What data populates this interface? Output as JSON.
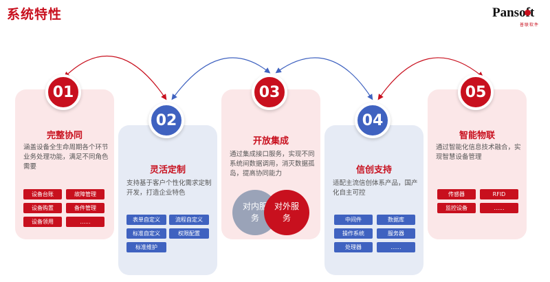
{
  "page_title": "系统特性",
  "logo": {
    "name": "Pansoft",
    "tagline": "普联软件"
  },
  "colors": {
    "red": "#c8101e",
    "blue": "#3f62c0",
    "red_card": "#fbe7e8",
    "blue_card": "#e6ebf5"
  },
  "features": [
    {
      "number": "01",
      "title": "完整协同",
      "description": "涵盖设备全生命周期各个环节业务处理功能，满足不同角色需要",
      "tags": [
        "设备台账",
        "故障管理",
        "设备购置",
        "备件管理",
        "设备领用",
        "......"
      ]
    },
    {
      "number": "02",
      "title": "灵活定制",
      "description": "支持基于客户个性化需求定制开发，打造企业特色",
      "tags": [
        "表单自定义",
        "流程自定义",
        "标准自定义",
        "权限配置",
        "标准维护"
      ]
    },
    {
      "number": "03",
      "title": "开放集成",
      "description": "通过集成接口服务，实现不同系统间数据调用，消灭数据孤岛，提高协同能力",
      "bubbles": [
        "对内服务",
        "对外服务"
      ]
    },
    {
      "number": "04",
      "title": "信创支持",
      "description": "适配主流信创体系产品，国产化自主可控",
      "tags": [
        "中间件",
        "数据库",
        "操作系统",
        "服务器",
        "处理器",
        "......"
      ]
    },
    {
      "number": "05",
      "title": "智能物联",
      "description": "通过智能化信息技术融合，实现智慧设备管理",
      "tags": [
        "传感器",
        "RFID",
        "监控设备",
        "......"
      ]
    }
  ]
}
